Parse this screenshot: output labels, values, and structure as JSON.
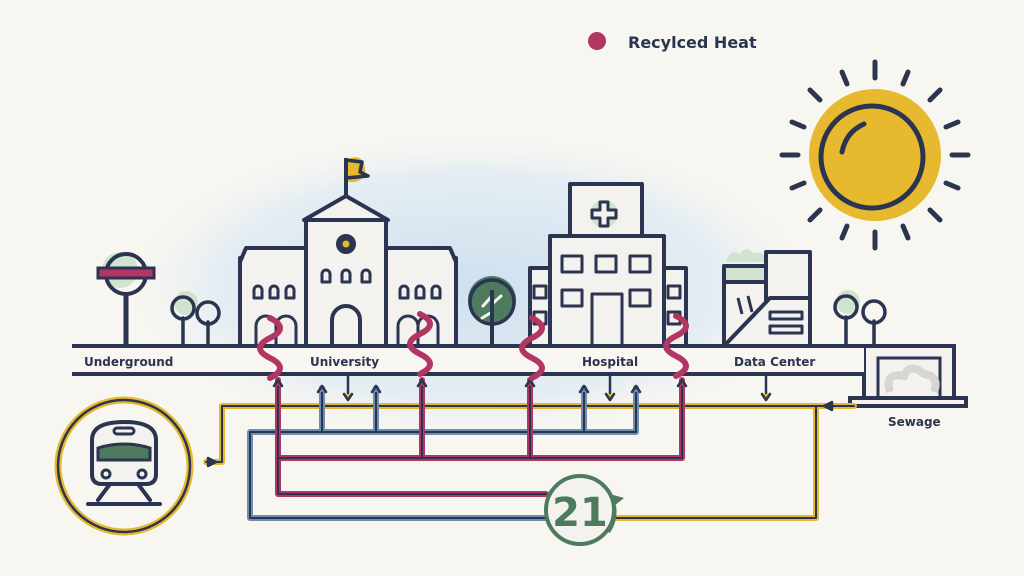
{
  "legend": {
    "recycled_heat": {
      "label": "Recylced Heat",
      "color": "#b23563"
    }
  },
  "places": {
    "underground": "Underground",
    "university": "University",
    "hospital": "Hospital",
    "data_center": "Data Center",
    "sewage": "Sewage"
  },
  "hub": {
    "number": "21"
  },
  "colors": {
    "outline": "#2b3450",
    "recycled_heat": "#b23563",
    "warm_pipe": "#e4b930",
    "cool_pipe": "#6f8db0",
    "sun": "#e6b92e",
    "green": "#4e7a5e",
    "leaf": "#cfe3cf",
    "background": "#f8f6f1"
  },
  "icons": [
    "underground-sign-icon",
    "tree-icon",
    "flag-icon",
    "hospital-cross-icon",
    "sun-icon",
    "train-icon",
    "sewage-tank-icon",
    "recycle-arrow-icon"
  ]
}
